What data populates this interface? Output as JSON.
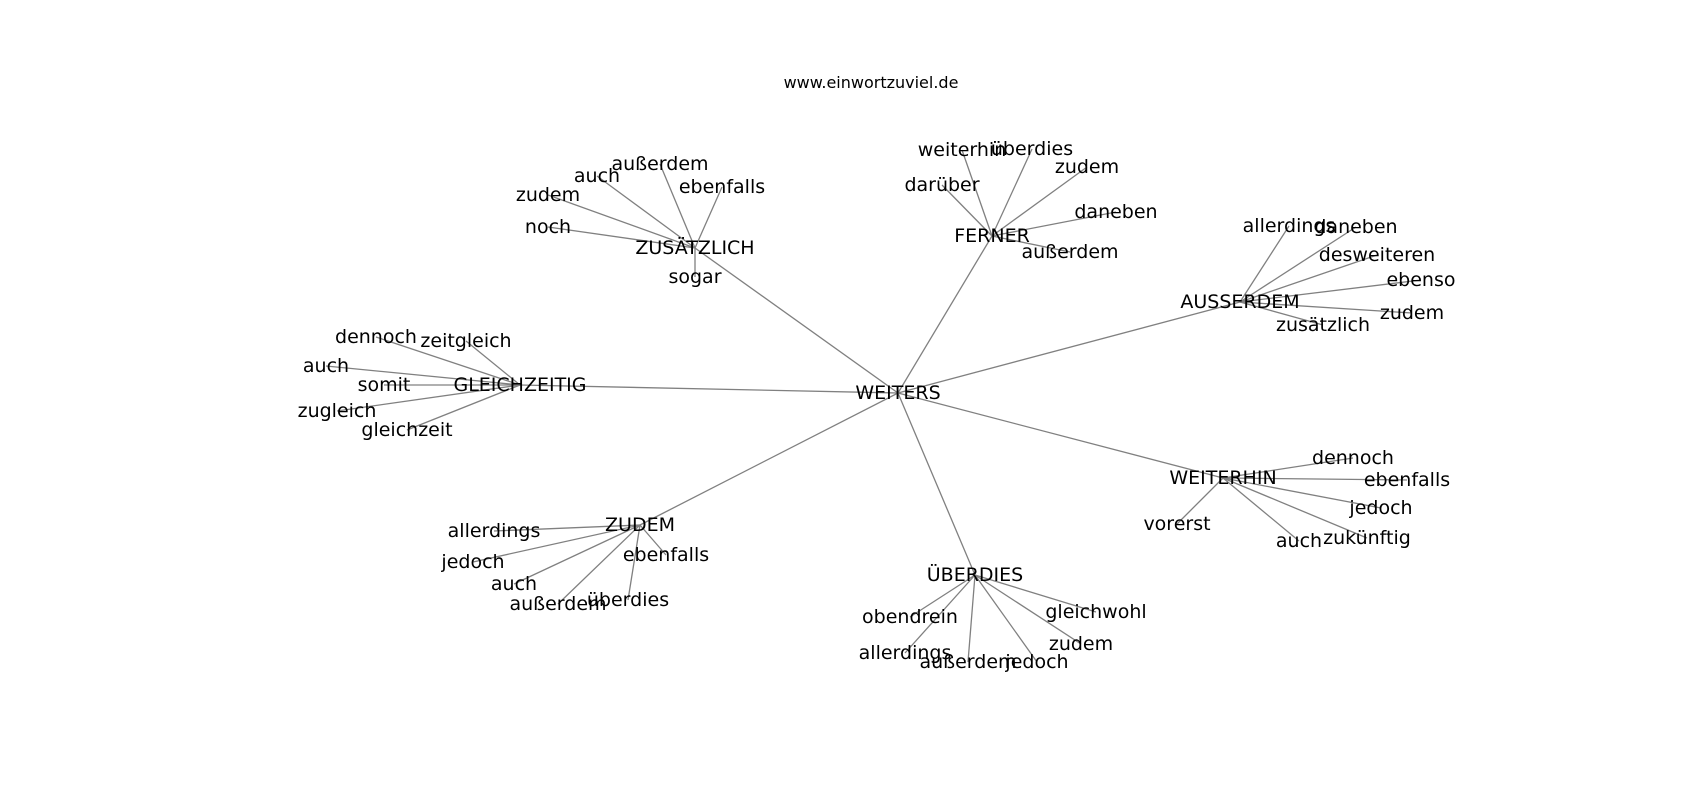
{
  "watermark": "www.einwortzuviel.de",
  "colors": {
    "edge": "#808080",
    "text": "#000000",
    "background": "#ffffff"
  },
  "graph": {
    "center": "WEITERS",
    "hubs": [
      {
        "label": "ZUSÄTZLICH",
        "leaves": [
          "außerdem",
          "auch",
          "zudem",
          "noch",
          "ebenfalls",
          "sogar"
        ]
      },
      {
        "label": "FERNER",
        "leaves": [
          "weiterhin",
          "überdies",
          "zudem",
          "darüber",
          "daneben",
          "außerdem"
        ]
      },
      {
        "label": "AUSSERDEM",
        "leaves": [
          "allerdings",
          "daneben",
          "desweiteren",
          "ebenso",
          "zudem",
          "zusätzlich"
        ]
      },
      {
        "label": "GLEICHZEITIG",
        "leaves": [
          "dennoch",
          "zeitgleich",
          "auch",
          "somit",
          "zugleich",
          "gleichzeit"
        ]
      },
      {
        "label": "WEITERHIN",
        "leaves": [
          "dennoch",
          "ebenfalls",
          "jedoch",
          "vorerst",
          "auch",
          "zukünftig"
        ]
      },
      {
        "label": "ZUDEM",
        "leaves": [
          "allerdings",
          "jedoch",
          "auch",
          "außerdem",
          "überdies",
          "ebenfalls"
        ]
      },
      {
        "label": "ÜBERDIES",
        "leaves": [
          "obendrein",
          "allerdings",
          "außerdem",
          "jedoch",
          "zudem",
          "gleichwohl"
        ]
      }
    ]
  }
}
